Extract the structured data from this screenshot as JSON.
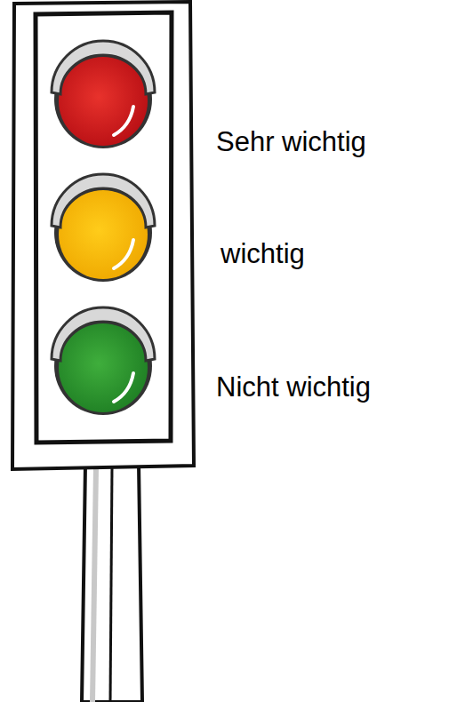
{
  "diagram": {
    "labels": [
      "Sehr wichtig",
      "wichtig",
      "Nicht wichtig"
    ]
  }
}
